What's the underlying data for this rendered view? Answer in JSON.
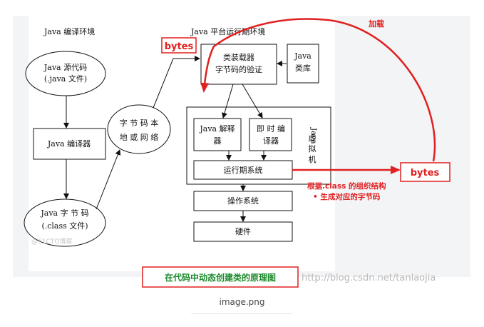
{
  "diagram": {
    "header_left": "Java 编译环境",
    "header_right": "Java 平台运行期环境",
    "source_oval": {
      "line1": "Java 源代码",
      "line2": "(.java 文件)"
    },
    "compiler_box": "Java 编译器",
    "bytecode_oval": {
      "line1": "Java  字 节 码",
      "line2": "(.class 文件)"
    },
    "net_oval": {
      "line1": "字 节 码 本",
      "line2": "地 或 网 络"
    },
    "classloader_box": {
      "line1": "类装载器",
      "line2": "字节码的验证"
    },
    "classlib_box": {
      "line1": "Java",
      "line2": "类库"
    },
    "interpreter_box": {
      "line1": "Java 解释",
      "line2": "器"
    },
    "jit_box": {
      "line1": "即 时 编",
      "line2": "译器"
    },
    "jvm_label": [
      "Java",
      "虚",
      "拟",
      "机"
    ],
    "runtime_box": "运行期系统",
    "os_box": "操作系统",
    "hardware_box": "硬件",
    "bytes_left": "bytes",
    "bytes_right": "bytes",
    "load_label": "加载",
    "annotation_line1": "根据.class 的组织结构",
    "annotation_line2": "• 生成对应的字节码",
    "title_box": "在代码中动态创建类的原理图",
    "watermark_url": "http://blog.csdn.net/tanlaojia",
    "watermark_side": "@51CTO博客"
  },
  "caption": "image.png",
  "colors": {
    "red": "#e02020",
    "green": "#1a8a2a",
    "frame_bg": "#f3f4f6",
    "canvas_bg": "#ffffff"
  }
}
